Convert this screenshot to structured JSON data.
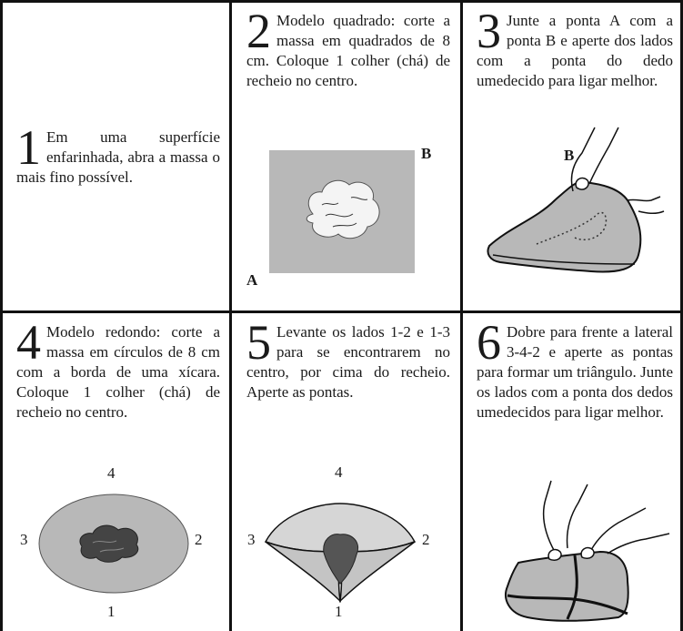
{
  "steps": [
    {
      "number": "1",
      "text": "Em uma superfície enfarinhada, abra a massa o mais fino possível."
    },
    {
      "number": "2",
      "text": "Modelo quadrado: corte a massa em quadrados de 8 cm. Coloque 1 colher (chá) de recheio no centro."
    },
    {
      "number": "3",
      "text": "Junte a ponta A com a ponta B e aperte dos lados com a ponta do dedo umedecido para ligar melhor."
    },
    {
      "number": "4",
      "text": "Modelo redondo: corte a massa em círculos de 8 cm com a borda de uma xícara. Coloque 1 colher (chá) de recheio no centro."
    },
    {
      "number": "5",
      "text": "Levante os lados 1-2 e 1-3 para se encontrarem no centro, por cima do recheio. Aperte as pontas."
    },
    {
      "number": "6",
      "text": "Dobre para frente a lateral 3-4-2 e aperte as pontas para formar um triângulo. Junte os lados com a ponta dos dedos umedecidos para ligar melhor."
    }
  ],
  "labels": {
    "square_a": "A",
    "square_b": "B",
    "fold_b": "B",
    "round_top": "4",
    "round_left": "3",
    "round_right": "2",
    "round_bottom": "1",
    "fold_top": "4",
    "fold_left": "3",
    "fold_right": "2",
    "fold_bottom": "1"
  },
  "colors": {
    "dough": "#b8b8b8",
    "filling": "#f4f4f4",
    "border": "#111111"
  }
}
